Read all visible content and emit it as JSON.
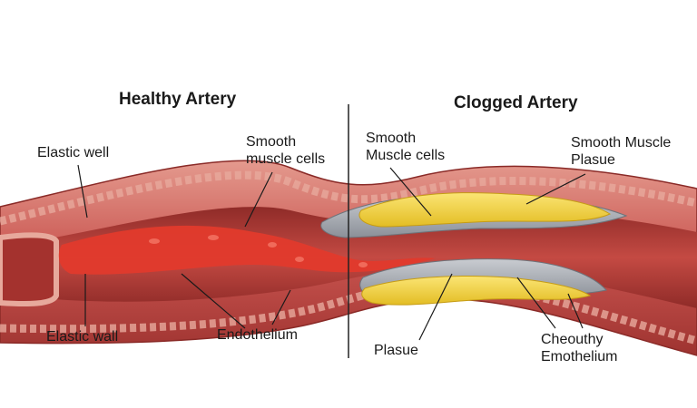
{
  "titles": {
    "healthy": "Healthy Artery",
    "clogged": "Clogged Artery"
  },
  "labels": {
    "elastic_well": "Elastic well",
    "smooth_muscle_cells_left": [
      "Smooth",
      "muscle cells"
    ],
    "elastic_wall": "Elastic wall",
    "endothelium_left": "Endothelium",
    "smooth_muscle_cells_right": [
      "Smooth",
      "Muscle cells"
    ],
    "smooth_muscle_plaque": [
      "Smooth Muscle",
      "Plasue"
    ],
    "plaque_bottom": "Plasue",
    "cheouthy_endothelium": [
      "Cheouthy",
      "Emothelium"
    ]
  },
  "colors": {
    "artery_wall": "#c9544f",
    "lumen": "#b23a35",
    "blood": "#e23a2c",
    "plaque_yellow": "#f2d23c",
    "plaque_gray": "#a9adb3",
    "leader_line": "#1a1a1a"
  }
}
